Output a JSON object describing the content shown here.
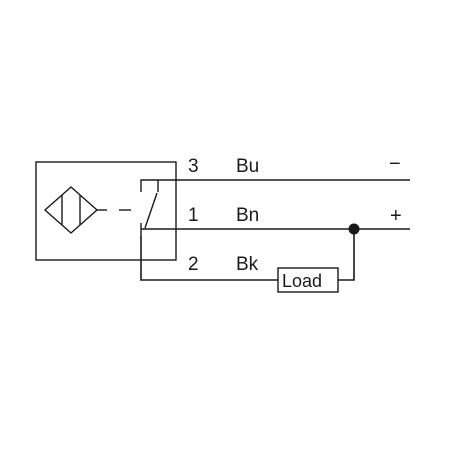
{
  "wires": [
    {
      "pin": "3",
      "color": "Bu",
      "polarity": "−"
    },
    {
      "pin": "1",
      "color": "Bn",
      "polarity": "+"
    },
    {
      "pin": "2",
      "color": "Bk",
      "polarity": ""
    }
  ],
  "load": {
    "label": "Load"
  },
  "sensor_symbol": {
    "icon": "inductive-sensor-diamond-icon",
    "switch": "normally-open-switch-icon"
  }
}
